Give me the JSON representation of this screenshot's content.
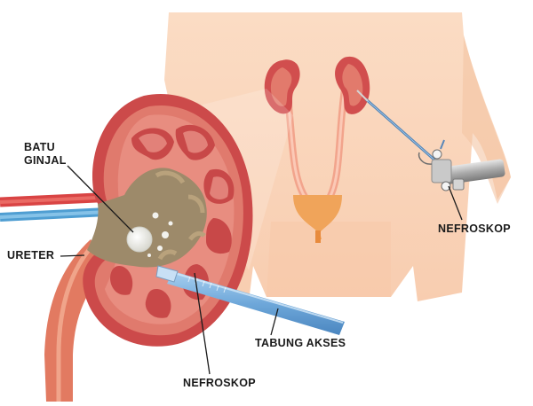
{
  "labels": {
    "batu_ginjal_1": "BATU",
    "batu_ginjal_2": "GINJAL",
    "ureter": "URETER",
    "tabung_akses": "TABUNG AKSES",
    "nefroskop_main": "NEFROSKOP",
    "nefroskop_body": "NEFROSKOP"
  },
  "colors": {
    "skin": "#f9d4b8",
    "skin_shadow": "#f3bf9c",
    "kidney_outer": "#cc4a4a",
    "kidney_inner": "#e58173",
    "pelvis": "#9f8b6c",
    "ureter": "#e8896e",
    "artery": "#e04848",
    "vein": "#5aaad8",
    "tube": "#7fb4e0",
    "bladder": "#f0a45a"
  }
}
